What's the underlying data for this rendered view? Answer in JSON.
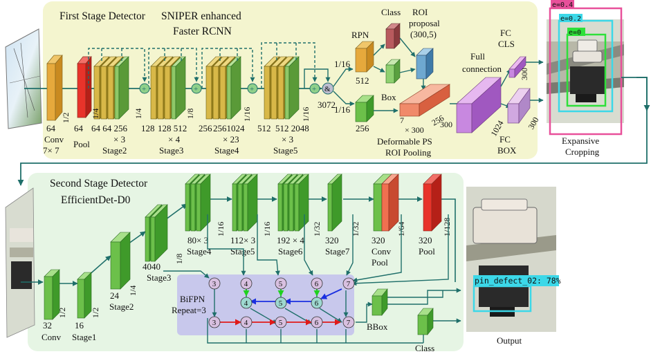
{
  "stage1": {
    "title": "First Stage Detector",
    "method_line1": "SNIPER enhanced",
    "method_line2": "Faster RCNN",
    "conv_line1": "Conv",
    "conv_line2": "7× 7",
    "pool": "Pool",
    "stage2": "Stage2",
    "stage3": "Stage3",
    "stage4": "Stage4",
    "stage5": "Stage5",
    "mult2": "× 3",
    "mult3": "× 4",
    "mult4": "× 23",
    "mult5": "× 3",
    "ch_conv": "64",
    "ch_pool": "64",
    "ch_s2": "64 64 256",
    "ch_128": "128",
    "ch_s3": "128 512",
    "ch_256": "256",
    "ch_s4": "2561024",
    "ch_512": "512",
    "ch_s5": "512 2048",
    "r_half": "1/2",
    "r_4a": "1/4",
    "r_4b": "1/4",
    "r_8": "1/8",
    "r_16a": "1/16",
    "r_16b": "1/16",
    "ch_3072": "3072",
    "r_rpn_16a": "1/16",
    "r_rpn_16b": "1/16",
    "rpn": "RPN",
    "class": "Class",
    "box": "Box",
    "roi_line1": "ROI",
    "roi_line2": "proposal",
    "roi_line3": "(300,5)",
    "ch_512b": "512",
    "ch_256b": "256",
    "ps_line1": "Deformable PS",
    "ps_line2": "ROI Pooling",
    "ps_7": "7",
    "ps_300a": "× 300",
    "ps_256": "256",
    "ps_300b": "300",
    "full_line1": "Full",
    "full_line2": "connection",
    "fc_1024": "1024",
    "fc_cls_line1": "FC",
    "fc_cls_line2": "CLS",
    "fc_box_line1": "FC",
    "fc_box_line2": "BOX",
    "fc_300a": "300",
    "fc_300b": "300"
  },
  "cropping": {
    "e04": "e=0.4",
    "e02": "e=0.2",
    "e0": "e=0",
    "label_line1": "Expansive",
    "label_line2": "Cropping"
  },
  "stage2": {
    "title": "Second Stage Detector",
    "method": "EfficientDet-D0",
    "conv_ch": "32",
    "conv": "Conv",
    "s1_ch": "16",
    "s1": "Stage1",
    "s2_ch": "24",
    "s2": "Stage2",
    "s3_ch": "4040",
    "s3": "Stage3",
    "s4_ch": "80× 3",
    "s4": "Stage4",
    "s5_ch": "112× 3",
    "s5": "Stage5",
    "s6_ch": "192 × 4",
    "s6": "Stage6",
    "s7_ch": "320",
    "s7": "Stage7",
    "cp_ch": "320",
    "cp_line1": "Conv",
    "cp_line2": "Pool",
    "p_ch": "320",
    "p": "Pool",
    "r_c": "1/2",
    "r_s1": "1/2",
    "r_s2": "1/4",
    "r_s3": "1/8",
    "r_s4": "1/16",
    "r_s5": "1/16",
    "r_s6": "1/32",
    "r_s7": "1/32",
    "r_cp": "1/64",
    "r_p": "1/128",
    "bifpn_line1": "BiFPN",
    "bifpn_line2": "Repeat=3",
    "bbox": "BBox",
    "class": "Class",
    "nodes": [
      "3",
      "4",
      "5",
      "6",
      "7",
      "4",
      "5",
      "6",
      "3",
      "4",
      "5",
      "6",
      "7"
    ]
  },
  "output": {
    "detection": "pin_defect_02: 78%",
    "label": "Output"
  },
  "colors": {
    "stage1_bg": "#f4f5cf",
    "stage2_bg": "#e6f5e4",
    "bifpn_bg": "#c8c8ec",
    "arrow": "#1f6f6a",
    "pool_red": "#e8332a",
    "block_orange": "#e6a93c",
    "block_green": "#6cc04a"
  }
}
